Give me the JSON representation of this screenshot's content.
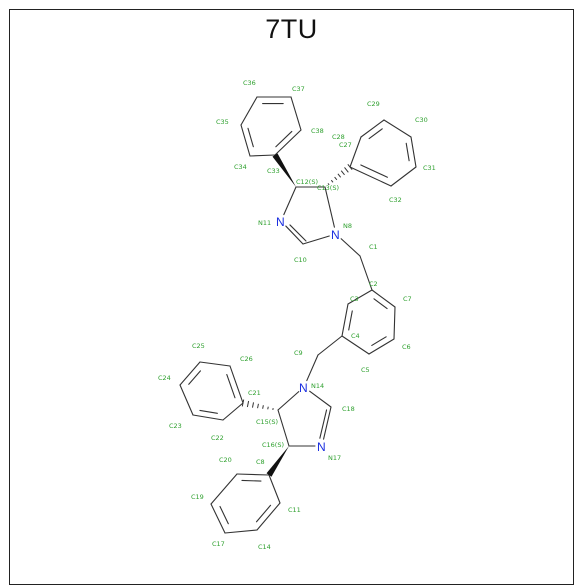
{
  "title": "7TU",
  "colors": {
    "bond": "#333333",
    "label": "#2ea02e",
    "heteroatom": "#1a2ee0",
    "frame": "#222222"
  },
  "hetero": [
    {
      "id": "n11",
      "text": "N"
    },
    {
      "id": "n8",
      "text": "N"
    },
    {
      "id": "n14",
      "text": "N"
    },
    {
      "id": "n17",
      "text": "N"
    }
  ],
  "atom_labels": [
    {
      "id": "C36",
      "text": "C36"
    },
    {
      "id": "C37",
      "text": "C37"
    },
    {
      "id": "C35",
      "text": "C35"
    },
    {
      "id": "C38",
      "text": "C38"
    },
    {
      "id": "C34",
      "text": "C34"
    },
    {
      "id": "C33",
      "text": "C33"
    },
    {
      "id": "C29",
      "text": "C29"
    },
    {
      "id": "C28",
      "text": "C28"
    },
    {
      "id": "C30",
      "text": "C30"
    },
    {
      "id": "C27",
      "text": "C27"
    },
    {
      "id": "C31",
      "text": "C31"
    },
    {
      "id": "C32",
      "text": "C32"
    },
    {
      "id": "C12",
      "text": "C12(S)"
    },
    {
      "id": "C13",
      "text": "C13(S)"
    },
    {
      "id": "N11",
      "text": "N11"
    },
    {
      "id": "N8",
      "text": "N8"
    },
    {
      "id": "C10",
      "text": "C10"
    },
    {
      "id": "C1",
      "text": "C1"
    },
    {
      "id": "C2",
      "text": "C2"
    },
    {
      "id": "C3",
      "text": "C3"
    },
    {
      "id": "C7",
      "text": "C7"
    },
    {
      "id": "C4",
      "text": "C4"
    },
    {
      "id": "C6",
      "text": "C6"
    },
    {
      "id": "C9",
      "text": "C9"
    },
    {
      "id": "C5",
      "text": "C5"
    },
    {
      "id": "C25",
      "text": "C25"
    },
    {
      "id": "C26",
      "text": "C26"
    },
    {
      "id": "C24",
      "text": "C24"
    },
    {
      "id": "C21",
      "text": "C21"
    },
    {
      "id": "N14",
      "text": "N14"
    },
    {
      "id": "C18",
      "text": "C18"
    },
    {
      "id": "C15",
      "text": "C15(S)"
    },
    {
      "id": "C23",
      "text": "C23"
    },
    {
      "id": "C22",
      "text": "C22"
    },
    {
      "id": "C16",
      "text": "C16(S)"
    },
    {
      "id": "N17",
      "text": "N17"
    },
    {
      "id": "C20",
      "text": "C20"
    },
    {
      "id": "C8",
      "text": "C8"
    },
    {
      "id": "C19",
      "text": "C19"
    },
    {
      "id": "C11",
      "text": "C11"
    },
    {
      "id": "C17",
      "text": "C17"
    },
    {
      "id": "C14",
      "text": "C14"
    }
  ]
}
